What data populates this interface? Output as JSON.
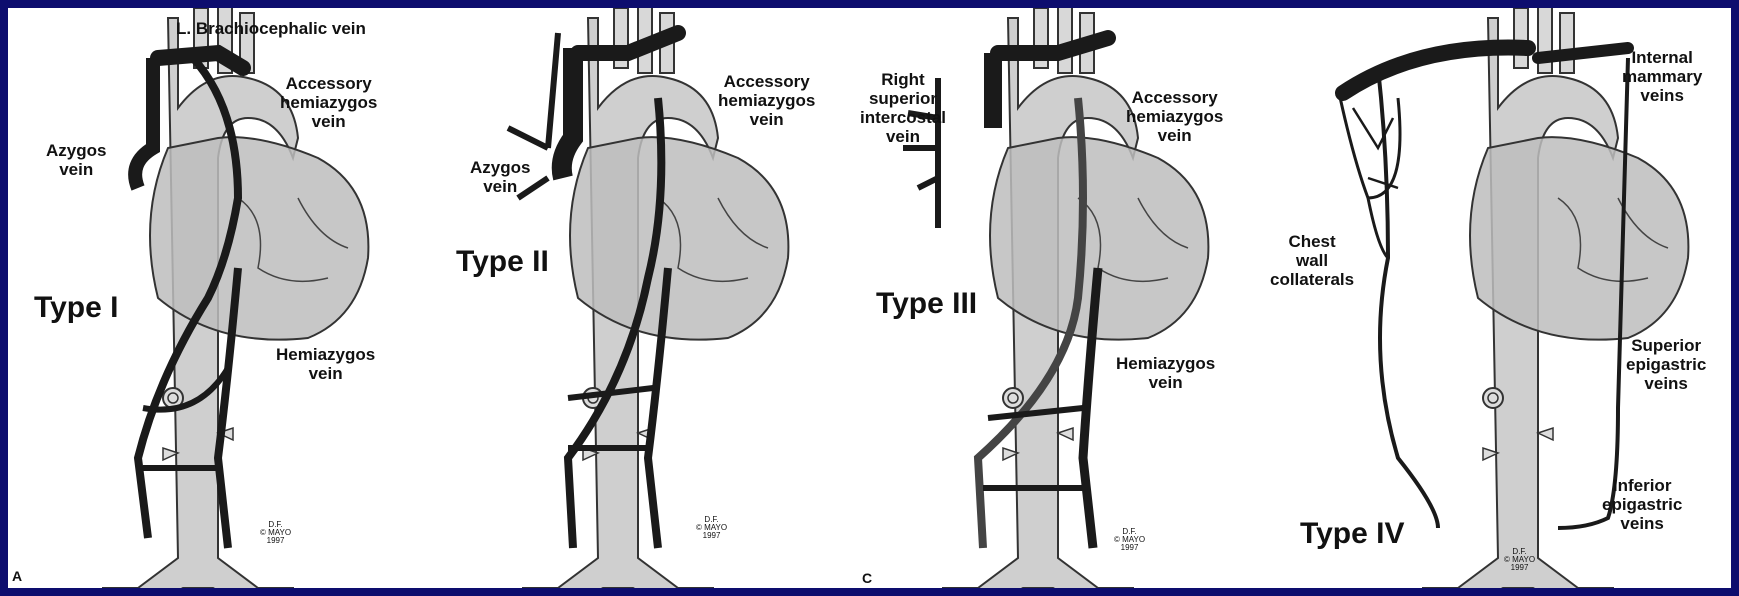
{
  "colors": {
    "frame": "#0d0d6e",
    "panel": "#ffffff",
    "aorta": "#cfcfcf",
    "heart": "#c4c4c4",
    "vein": "#222222",
    "text": "#111111"
  },
  "panels": [
    {
      "type": "Type I",
      "labels": {
        "brachio": "L. Brachiocephalic vein",
        "accessory": "Accessory\nhemiazygos\nvein",
        "azygos": "Azygos\nvein",
        "hemiazygos": "Hemiazygos\nvein"
      },
      "credit": "D.F.\n© MAYO\n1997"
    },
    {
      "type": "Type II",
      "labels": {
        "accessory": "Accessory\nhemiazygos\nvein",
        "azygos": "Azygos\nvein"
      },
      "credit": "D.F.\n© MAYO\n1997"
    },
    {
      "type": "Type III",
      "labels": {
        "right_sup": "Right\nsuperior\nintercostal\nvein",
        "accessory": "Accessory\nhemiazygos\nvein",
        "hemiazygos": "Hemiazygos\nvein"
      },
      "credit": "D.F.\n© MAYO\n1997"
    },
    {
      "type": "Type IV",
      "labels": {
        "internal": "Internal\nmammary\nveins",
        "chest": "Chest\nwall\ncollaterals",
        "superior": "Superior\nepigastric\nveins",
        "inferior": "Inferior\nepigastric\nveins"
      },
      "credit": "D.F.\n© MAYO\n1997"
    }
  ],
  "letters": {
    "a": "A",
    "c": "C"
  }
}
